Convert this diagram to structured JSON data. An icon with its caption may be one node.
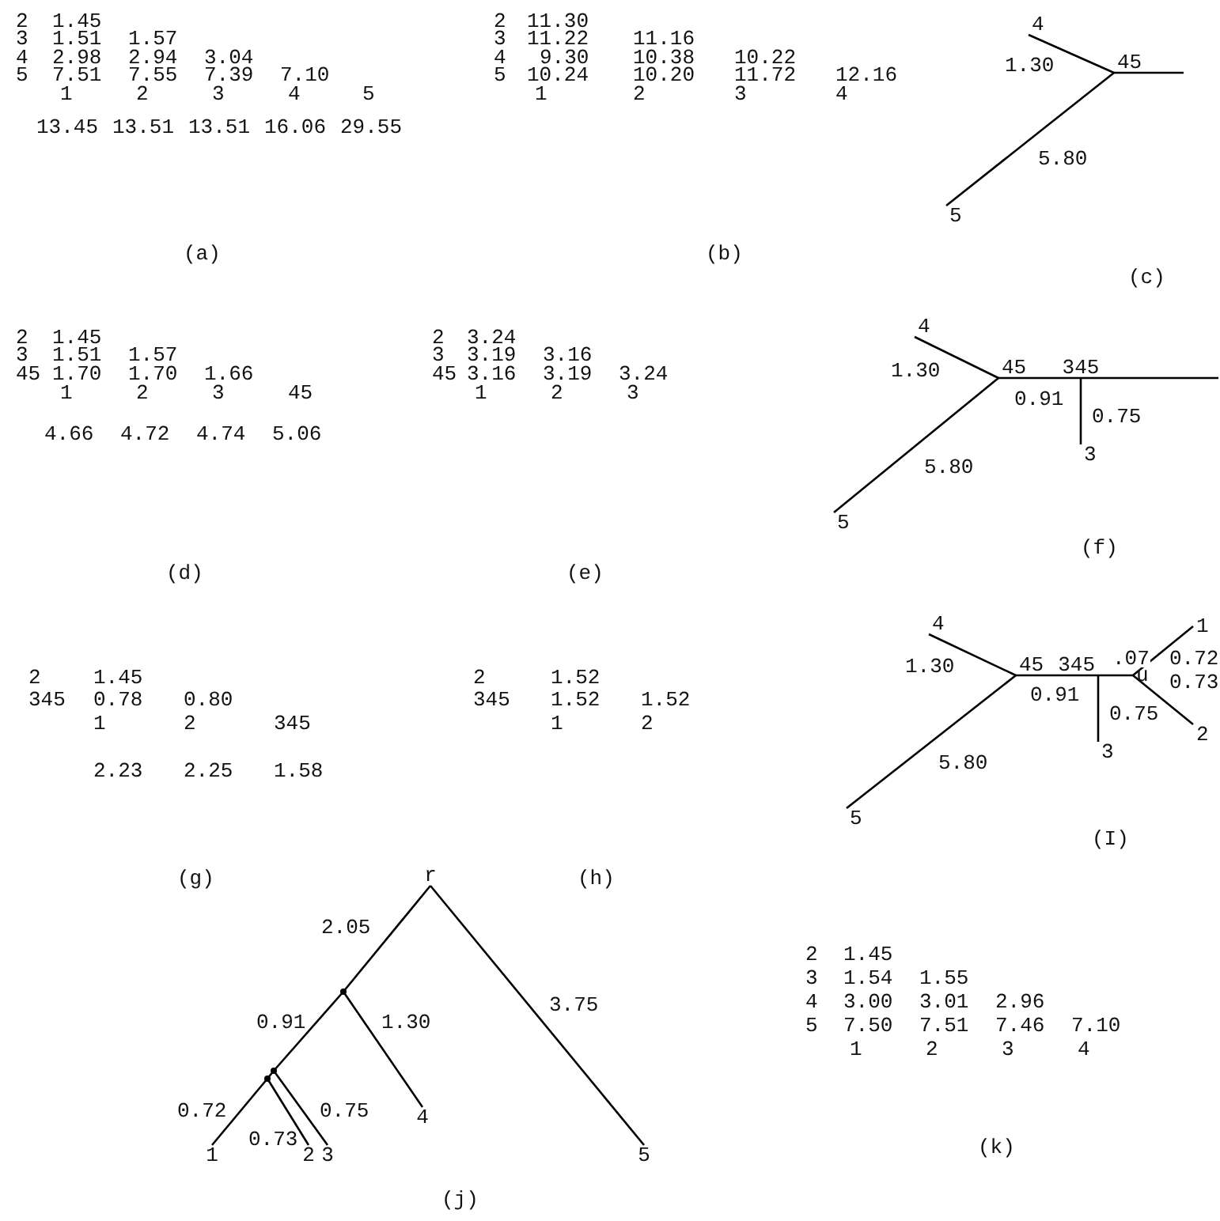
{
  "diagram": {
    "nodes": [
      {
        "text": [
          "4"
        ]
      },
      {
        "text": [
          "45"
        ]
      },
      {
        "text": [
          "5"
        ]
      },
      {
        "text": [
          "4"
        ]
      },
      {
        "text": [
          "45"
        ]
      },
      {
        "text": [
          "345"
        ]
      },
      {
        "text": [
          "3"
        ]
      },
      {
        "text": [
          "5"
        ]
      },
      {
        "text": [
          "4"
        ]
      },
      {
        "text": [
          "45"
        ]
      },
      {
        "text": [
          "345"
        ]
      },
      {
        "text": [
          "u"
        ]
      },
      {
        "text": [
          "1"
        ]
      },
      {
        "text": [
          "2"
        ]
      },
      {
        "text": [
          "3"
        ]
      },
      {
        "text": [
          "5"
        ]
      },
      {
        "text": [
          "r"
        ]
      },
      {
        "text": [],
        "shape": "point"
      },
      {
        "text": [
          "4"
        ]
      },
      {
        "text": [],
        "shape": "point"
      },
      {
        "text": [
          "3"
        ]
      },
      {
        "text": [],
        "shape": "point"
      },
      {
        "text": [
          "1"
        ]
      },
      {
        "text": [
          "2"
        ]
      },
      {
        "text": [
          "5"
        ]
      }
    ],
    "edges": [
      {
        "from": 0,
        "to": 1,
        "arrow": "none",
        "label": "1.30"
      },
      {
        "from": 2,
        "to": 1,
        "arrow": "none",
        "label": "5.80"
      },
      {
        "from": 1,
        "to": null,
        "arrow": "none"
      },
      {
        "from": 3,
        "to": 4,
        "arrow": "none",
        "label": "1.30"
      },
      {
        "from": 7,
        "to": 4,
        "arrow": "none",
        "label": "5.80"
      },
      {
        "from": 4,
        "to": 5,
        "arrow": "none",
        "label": "0.91"
      },
      {
        "from": 5,
        "to": 6,
        "arrow": "none",
        "label": "0.75"
      },
      {
        "from": 5,
        "to": null,
        "arrow": "none"
      },
      {
        "from": 8,
        "to": 9,
        "arrow": "none",
        "label": "1.30"
      },
      {
        "from": 15,
        "to": 9,
        "arrow": "none",
        "label": "5.80"
      },
      {
        "from": 9,
        "to": 10,
        "arrow": "none",
        "label": "0.91"
      },
      {
        "from": 10,
        "to": 14,
        "arrow": "none",
        "label": "0.75"
      },
      {
        "from": 10,
        "to": 11,
        "arrow": "none",
        "label": ".07"
      },
      {
        "from": 11,
        "to": 12,
        "arrow": "none",
        "label": "0.72"
      },
      {
        "from": 11,
        "to": 13,
        "arrow": "none",
        "label": "0.73"
      },
      {
        "from": 16,
        "to": 17,
        "arrow": "none",
        "label": "2.05"
      },
      {
        "from": 16,
        "to": 24,
        "arrow": "none",
        "label": "3.75"
      },
      {
        "from": 17,
        "to": 18,
        "arrow": "none",
        "label": "1.30"
      },
      {
        "from": 17,
        "to": 19,
        "arrow": "none",
        "label": "0.91"
      },
      {
        "from": 19,
        "to": 20,
        "arrow": "none",
        "label": "0.75"
      },
      {
        "from": 19,
        "to": 21,
        "arrow": "none"
      },
      {
        "from": 21,
        "to": 22,
        "arrow": "none",
        "label": "0.72"
      },
      {
        "from": 21,
        "to": 23,
        "arrow": "none",
        "label": "0.73"
      }
    ],
    "labels": [
      "2",
      "1.45",
      "3",
      "1.51",
      "1.57",
      "4",
      "2.98",
      "2.94",
      "3.04",
      "5",
      "7.51",
      "7.55",
      "7.39",
      "7.10",
      "1",
      "2",
      "3",
      "4",
      "5",
      "13.45",
      "13.51",
      "13.51",
      "16.06",
      "29.55",
      "(a)",
      "2",
      "11.30",
      "3",
      "11.22",
      "11.16",
      "4",
      "9.30",
      "10.38",
      "10.22",
      "5",
      "10.24",
      "10.20",
      "11.72",
      "12.16",
      "1",
      "2",
      "3",
      "4",
      "(b)",
      "(c)",
      "2",
      "1.45",
      "3",
      "1.51",
      "1.57",
      "45",
      "1.70",
      "1.70",
      "1.66",
      "1",
      "2",
      "3",
      "45",
      "4.66",
      "4.72",
      "4.74",
      "5.06",
      "(d)",
      "2",
      "3.24",
      "3",
      "3.19",
      "3.16",
      "45",
      "3.16",
      "3.19",
      "3.24",
      "1",
      "2",
      "3",
      "(e)",
      "(f)",
      "2",
      "1.45",
      "345",
      "0.78",
      "0.80",
      "1",
      "2",
      "345",
      "2.23",
      "2.25",
      "1.58",
      "(g)",
      "2",
      "1.52",
      "345",
      "1.52",
      "1.52",
      "1",
      "2",
      "(h)",
      "(I)",
      "(j)",
      "2",
      "1.45",
      "3",
      "1.54",
      "1.55",
      "4",
      "3.00",
      "3.01",
      "2.96",
      "5",
      "7.50",
      "7.51",
      "7.46",
      "7.10",
      "1",
      "2",
      "3",
      "4",
      "(k)"
    ]
  }
}
